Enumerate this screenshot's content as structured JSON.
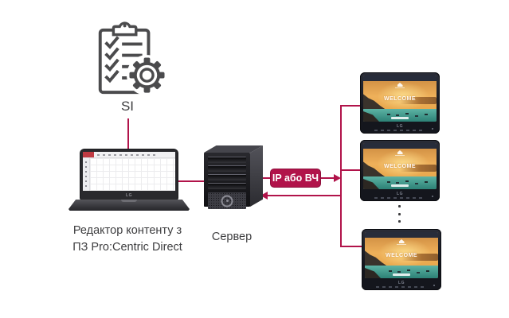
{
  "diagram": {
    "si_label": "SI",
    "editor_caption_line1": "Редактор контенту з",
    "editor_caption_line2": "ПЗ Pro:Centric Direct",
    "server_caption": "Сервер",
    "badge_label": "IP або ВЧ",
    "tv_screen_text": "WELCOME",
    "brand": "LG"
  },
  "colors": {
    "accent": "#b1134a",
    "icon_outline": "#4b4b4d"
  }
}
